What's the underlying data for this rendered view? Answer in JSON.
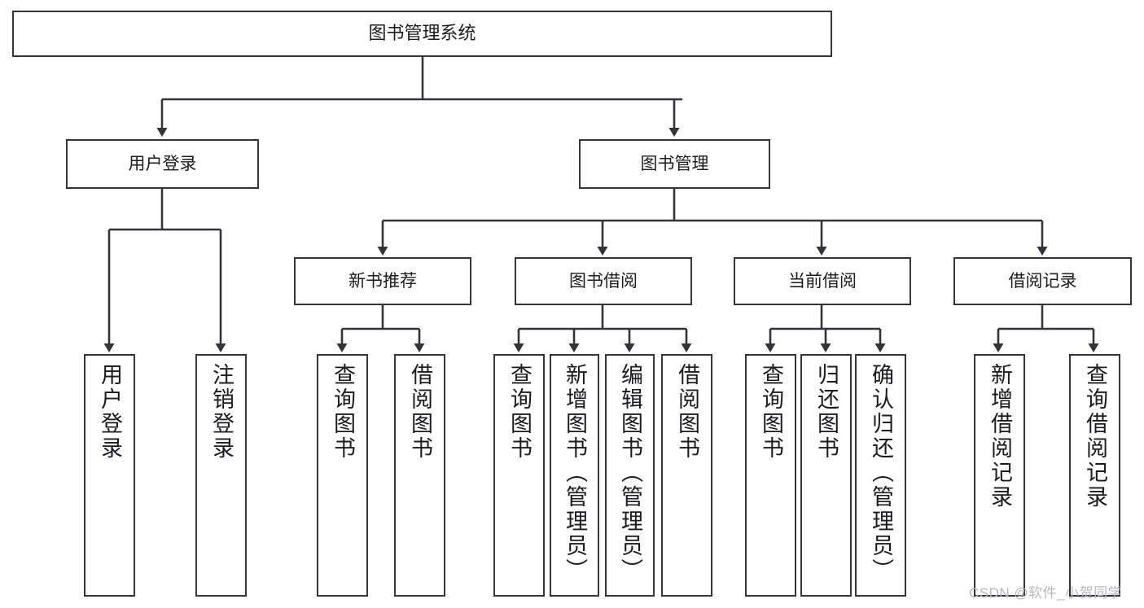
{
  "diagram": {
    "title": "图书管理系统",
    "type": "tree-hierarchy-chart",
    "watermark": "CSDN @软件_小贺同学",
    "colors": {
      "box_border": "#33333a",
      "box_fill": "#ffffff",
      "connector": "#33333a",
      "text": "#1b1b1f",
      "watermark": "#b9b9bd",
      "background": "#ffffff"
    },
    "root": {
      "label": "图书管理系统"
    },
    "level1": [
      {
        "label": "用户登录"
      },
      {
        "label": "图书管理"
      }
    ],
    "level2": [
      {
        "label": "新书推荐"
      },
      {
        "label": "图书借阅"
      },
      {
        "label": "当前借阅"
      },
      {
        "label": "借阅记录"
      }
    ],
    "leaves": {
      "user_login": [
        {
          "label": "用户登录"
        },
        {
          "label": "注销登录"
        }
      ],
      "new_book_recommend": [
        {
          "label": "查询图书"
        },
        {
          "label": "借阅图书"
        }
      ],
      "book_borrow": [
        {
          "label": "查询图书"
        },
        {
          "label": "新增图书（管理员）"
        },
        {
          "label": "编辑图书（管理员）"
        },
        {
          "label": "借阅图书"
        }
      ],
      "current_borrow": [
        {
          "label": "查询图书"
        },
        {
          "label": "归还图书"
        },
        {
          "label": "确认归还（管理员）"
        }
      ],
      "borrow_record": [
        {
          "label": "新增借阅记录"
        },
        {
          "label": "查询借阅记录"
        }
      ]
    }
  }
}
